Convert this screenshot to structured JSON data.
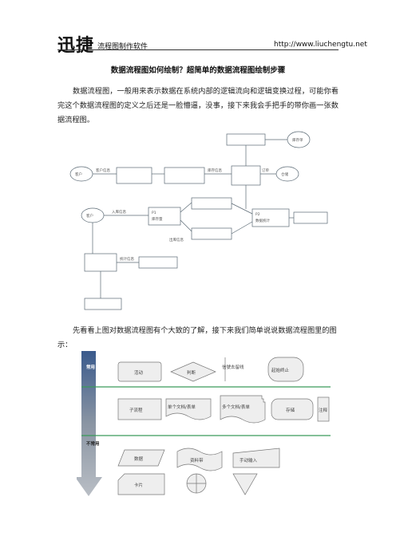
{
  "header": {
    "brand": "迅捷",
    "brand_sub": "流程图制作软件",
    "url": "http://www.liuchengtu.net"
  },
  "document": {
    "title": "数据流程图如何绘制？超简单的数据流程图绘制步骤",
    "paragraph1": "数据流程图，一般用来表示数据在系统内部的逻辑流向和逻辑变换过程，可能你看完这个数据流程图的定义之后还是一脸懵逼，没事，接下来我会手把手的带你画一张数据流程图。",
    "paragraph2": "先看看上图对数据流程图有个大致的了解，接下来我们简单说说数据流程图里的图示："
  },
  "flow_diagram": {
    "entity_a": "客户",
    "entity_b": "客户",
    "entity_c": "库存单",
    "entity_d": "仓储",
    "store_a_id": "P2",
    "store_a_label": "数据统计",
    "store_b_id": "P1",
    "store_b_label": "库存量",
    "labels": [
      "客户信息",
      "库存信息",
      "订单",
      "入库信息",
      "出库信息",
      "统计信息"
    ]
  },
  "legend": {
    "common_label": "常用",
    "uncommon_label": "不常用",
    "row1": [
      "活动",
      "判断",
      "信號去留线",
      "起始终止"
    ],
    "row2": [
      "子流程",
      "单个文档/表单",
      "多个文档/表单",
      "存储",
      "注释"
    ],
    "row3": [
      "数据",
      "资料带",
      "手动输入"
    ],
    "row4": [
      "卡片"
    ]
  }
}
